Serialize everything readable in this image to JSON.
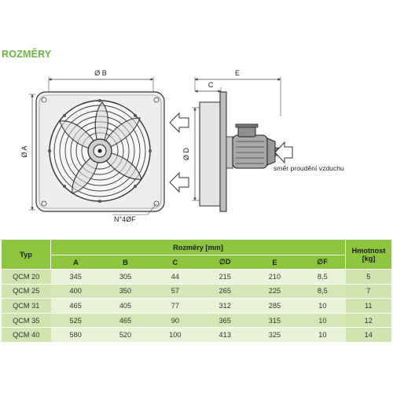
{
  "heading": "ROZMĚRY",
  "drawing": {
    "front_labels": {
      "b": "Ø B",
      "a": "Ø A",
      "f": "N°4ØF"
    },
    "side_labels": {
      "c": "C",
      "e": "E",
      "d": "Ø D"
    },
    "airflow_label": "směr proudění vzduchu"
  },
  "table": {
    "typ_header": "Typ",
    "group_header": "Rozměry [mm]",
    "weight_header_line1": "Hmotnost",
    "weight_header_line2": "[kg]",
    "columns": [
      "A",
      "B",
      "C",
      "∅D",
      "E",
      "∅F"
    ],
    "rows": [
      {
        "typ": "QCM 20",
        "values": [
          "345",
          "305",
          "44",
          "215",
          "210",
          "8,5"
        ],
        "weight": "5"
      },
      {
        "typ": "QCM 25",
        "values": [
          "400",
          "350",
          "57",
          "265",
          "225",
          "8,5"
        ],
        "weight": "7"
      },
      {
        "typ": "QCM 31",
        "values": [
          "465",
          "405",
          "77",
          "312",
          "285",
          "10"
        ],
        "weight": "11"
      },
      {
        "typ": "QCM 35",
        "values": [
          "525",
          "465",
          "90",
          "365",
          "315",
          "10"
        ],
        "weight": "12"
      },
      {
        "typ": "QCM 40",
        "values": [
          "580",
          "520",
          "100",
          "413",
          "325",
          "10"
        ],
        "weight": "14"
      }
    ]
  }
}
